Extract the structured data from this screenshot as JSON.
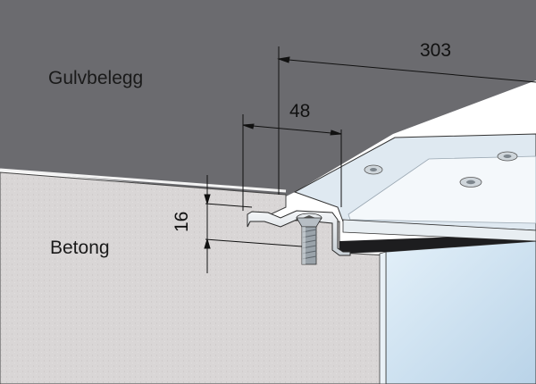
{
  "labels": {
    "floor_covering": "Gulvbelegg",
    "concrete": "Betong"
  },
  "dimensions": {
    "overall_width": "303",
    "profile_width": "48",
    "profile_height": "16"
  },
  "colors": {
    "floor_dark": "#6b6b6f",
    "concrete": "#d8d6d6",
    "plate_top": "#eef2f5",
    "plate_side": "#c9d7e3",
    "panel_face": "#cfe3f2",
    "steel": "#bfc6cc",
    "line": "#222222"
  },
  "icons": {
    "screw": "countersunk-screw-icon",
    "bolt": "plate-bolt-icon"
  }
}
